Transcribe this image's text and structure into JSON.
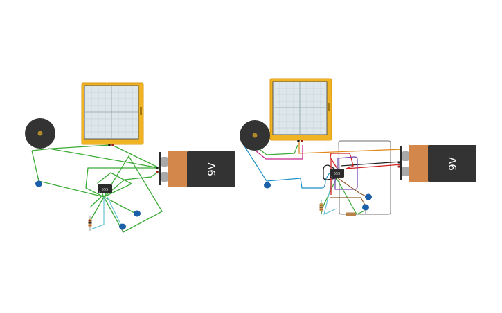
{
  "circuits": [
    {
      "id": "left",
      "battery": {
        "label": "9V",
        "plus": "+",
        "minus": "−"
      },
      "chip": {
        "label": "555"
      },
      "oscilloscope": {
        "side_text": ""
      },
      "wire_colors": [
        "#3aaa35"
      ]
    },
    {
      "id": "right",
      "battery": {
        "label": "9V",
        "plus": "+",
        "minus": "−"
      },
      "chip": {
        "label": "555"
      },
      "oscilloscope": {
        "side_text": ""
      },
      "wire_colors": [
        "#3aaa35",
        "#1e90c8",
        "#c8288c",
        "#d22020",
        "#222222",
        "#e08a1e",
        "#8a8a8a",
        "#7a4ab0",
        "#8b5a2b"
      ]
    }
  ],
  "colors": {
    "background": "#ffffff",
    "scope_frame": "#f0b323",
    "scope_screen": "#dde6ea",
    "battery_body": "#333333",
    "battery_cap": "#d4874a",
    "buzzer": "#333333",
    "buzzer_center": "#b08a2a",
    "capacitor": "#1b5fa8",
    "chip": "#2b2b2b"
  }
}
